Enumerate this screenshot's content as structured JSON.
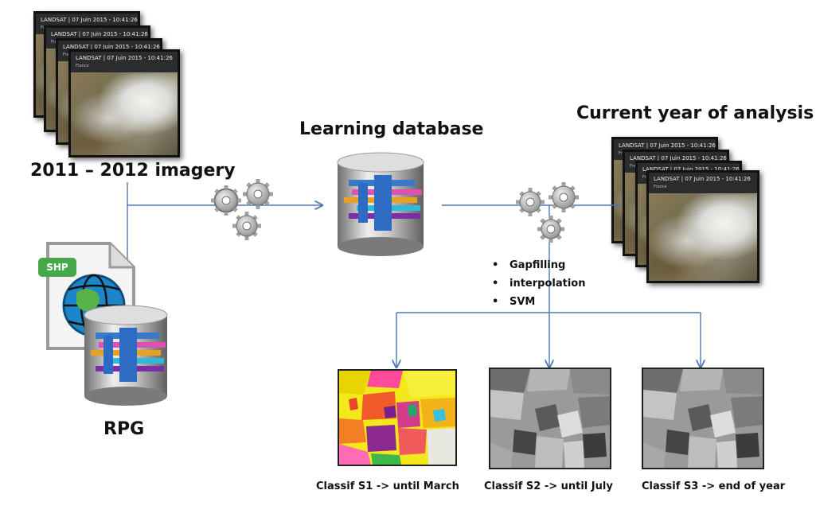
{
  "labels": {
    "imagery": "2011 – 2012 imagery",
    "learning_db": "Learning database",
    "current_year": "Current year of analysis",
    "rpg": "RPG",
    "shp": "SHP"
  },
  "sat_card": {
    "title": "LANDSAT | 07 Juin 2015 - 10:41:26",
    "subtitle": "France"
  },
  "methods": [
    "Gapfilling",
    "interpolation",
    "SVM"
  ],
  "bullet_char": "•",
  "outputs": [
    {
      "label": "Classif S1 -> until March"
    },
    {
      "label": "Classif S2 -> until July"
    },
    {
      "label": "Classif S3 -> end of year"
    }
  ],
  "colors": {
    "arrow": "#4a78b5"
  }
}
